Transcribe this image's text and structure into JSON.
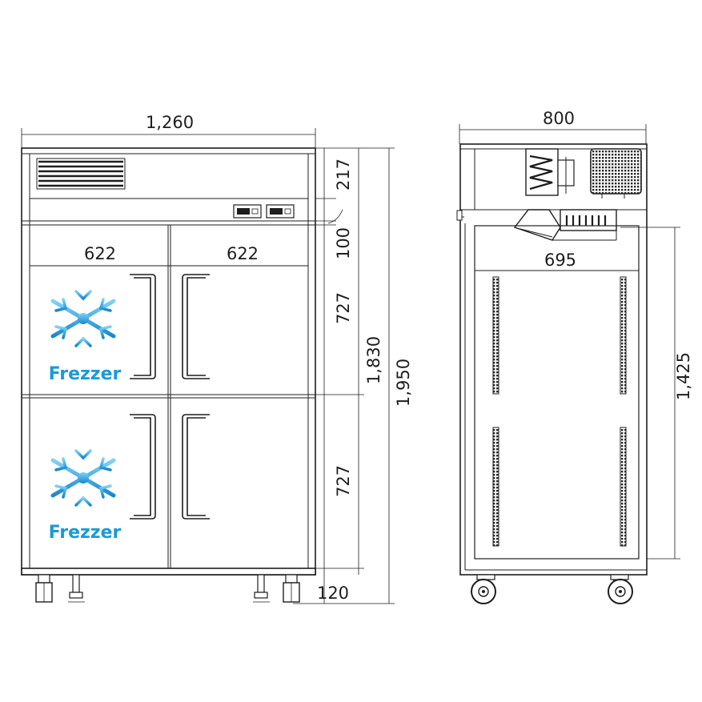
{
  "front_view": {
    "overall_width": "1,260",
    "top_panel_height": "217",
    "control_strip_height": "100",
    "door_width_left": "622",
    "door_width_right": "622",
    "upper_door_height": "727",
    "lower_door_height": "727",
    "cabinet_height": "1,830",
    "total_height": "1,950",
    "leg_height": "120",
    "door_labels": [
      "Frezzer",
      "Frezzer"
    ]
  },
  "side_view": {
    "overall_depth": "800",
    "interior_depth": "695",
    "interior_height": "1,425"
  },
  "colors": {
    "line": "#1e1e1e",
    "snowflake_light": "#7fd3f7",
    "snowflake_dark": "#1788d0",
    "label_blue": "#1a9ad8"
  }
}
